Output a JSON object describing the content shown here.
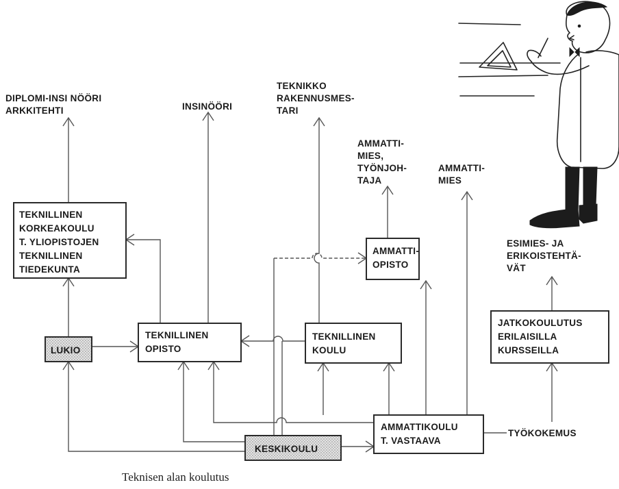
{
  "outcomes": {
    "diplomi": [
      "DIPLOMI-INSI NÖÖRI",
      "ARKKITEHTI"
    ],
    "insinoori": [
      "INSINÖÖRI"
    ],
    "teknikko": [
      "TEKNIKKO",
      "RAKENNUSMES-",
      "TARI"
    ],
    "ammattimies_tyonjohtaja": [
      "AMMATTI-",
      "MIES,",
      "TYÖNJOH-",
      "TAJA"
    ],
    "ammattimies": [
      "AMMATTI-",
      "MIES"
    ],
    "esimies": [
      "ESIMIES- JA",
      "ERIKOISTEHTÄ-",
      "VÄT"
    ]
  },
  "boxes": {
    "korkeakoulu": [
      "TEKNILLINEN",
      "KORKEAKOULU",
      "T. YLIOPISTOJEN",
      "TEKNILLINEN",
      "TIEDEKUNTA"
    ],
    "lukio": [
      "LUKIO"
    ],
    "opisto": [
      "TEKNILLINEN",
      "OPISTO"
    ],
    "koulu": [
      "TEKNILLINEN",
      "KOULU"
    ],
    "ammattiopisto": [
      "AMMATTI-",
      "OPISTO"
    ],
    "jatkokoulutus": [
      "JATKOKOULUTUS",
      "ERILAISILLA",
      "KURSSEILLA"
    ],
    "ammattikoulu": [
      "AMMATTIKOULU",
      "T. VASTAAVA"
    ],
    "keskikoulu": [
      "KESKIKOULU"
    ]
  },
  "tyokokemus": "TYÖKOKEMUS",
  "caption": "Teknisen alan koulutus"
}
